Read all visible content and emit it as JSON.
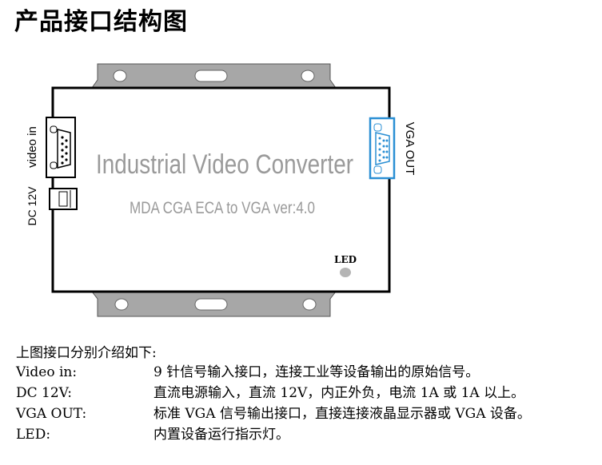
{
  "page_title": "产品接口结构图",
  "device": {
    "name": "Industrial Video Converter",
    "model": "MDA CGA ECA to VGA ver:4.0",
    "led_label": "LED",
    "video_in_label": "video in",
    "dc_label": "DC 12V",
    "vga_out_label": "VGA OUT"
  },
  "intro": "上图接口分别介绍如下:",
  "interfaces": [
    {
      "name": "Video in:",
      "desc": "9 针信号输入接口，连接工业等设备输出的原始信号。"
    },
    {
      "name": "DC 12V:",
      "desc": "直流电源输入，直流 12V，内正外负，电流 1A 或 1A 以上。"
    },
    {
      "name": "VGA OUT:",
      "desc": "标准 VGA 信号输出接口，直接连接液晶显示器或 VGA 设备。"
    },
    {
      "name": "LED:",
      "desc": "内置设备运行指示灯。"
    }
  ],
  "colors": {
    "flange": "#a7a7a7",
    "vga_accent": "#2a8fd4",
    "text_gray": "#9a9a9a"
  }
}
